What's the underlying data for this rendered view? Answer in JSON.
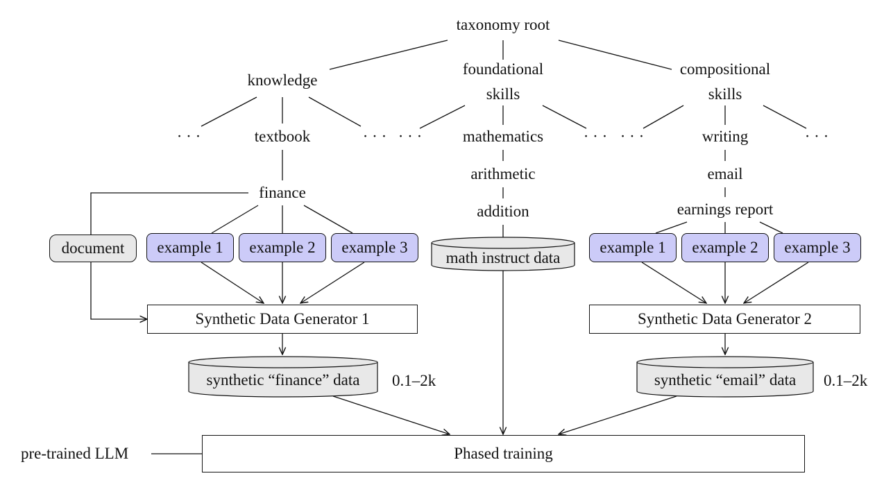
{
  "taxonomy": {
    "root": "taxonomy root",
    "knowledge": "knowledge",
    "foundational": [
      "foundational",
      "skills"
    ],
    "compositional": [
      "compositional",
      "skills"
    ],
    "ellipsis": "· · ·",
    "textbook": "textbook",
    "mathematics": "mathematics",
    "writing": "writing",
    "finance": "finance",
    "arithmetic": "arithmetic",
    "addition": "addition",
    "email": "email",
    "earnings_report": "earnings report"
  },
  "inputs": {
    "document": "document",
    "examples_left": [
      "example 1",
      "example 2",
      "example 3"
    ],
    "examples_right": [
      "example 1",
      "example 2",
      "example 3"
    ]
  },
  "generators": {
    "gen1": "Synthetic Data Generator 1",
    "gen2": "Synthetic Data Generator 2"
  },
  "datasets": {
    "math": "math instruct data",
    "finance": "synthetic “finance” data",
    "email": "synthetic “email” data",
    "finance_size": "0.1–2k",
    "email_size": "0.1–2k"
  },
  "training": {
    "llm": "pre-trained LLM",
    "phased": "Phased training"
  },
  "colors": {
    "example_fill": "#cccbf8",
    "dataset_fill": "#e8e8e8",
    "line": "#111111"
  }
}
